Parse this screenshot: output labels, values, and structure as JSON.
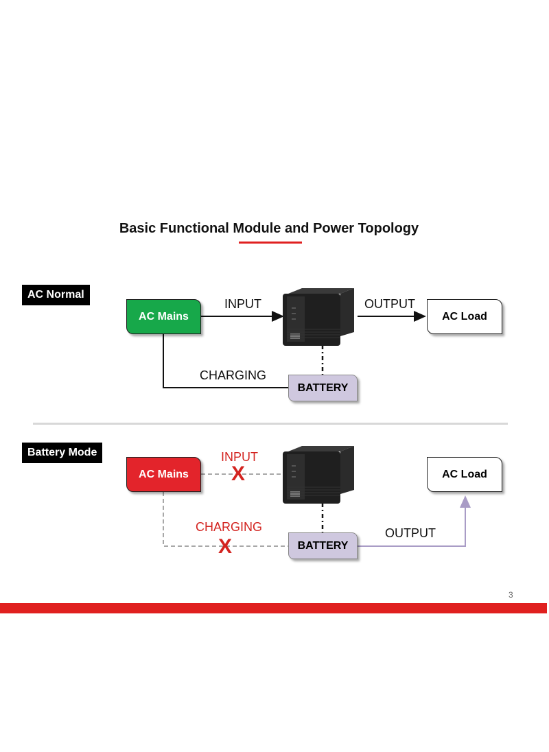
{
  "title": "Basic Functional Module and Power Topology",
  "colors": {
    "accent": "#e0201f",
    "mains_normal": "#17a84a",
    "mains_fault": "#e3242b",
    "battery": "#cfc8df",
    "battery_output_line": "#a99cc6"
  },
  "sections": {
    "normal": {
      "tag": "AC Normal",
      "mains": "AC Mains",
      "load": "AC Load",
      "battery": "BATTERY",
      "input_label": "INPUT",
      "output_label": "OUTPUT",
      "charging_label": "CHARGING"
    },
    "battery_mode": {
      "tag": "Battery Mode",
      "mains": "AC Mains",
      "load": "AC Load",
      "battery": "BATTERY",
      "input_label": "INPUT",
      "output_label": "OUTPUT",
      "charging_label": "CHARGING",
      "blocked_mark": "X"
    }
  },
  "page_number": "3"
}
